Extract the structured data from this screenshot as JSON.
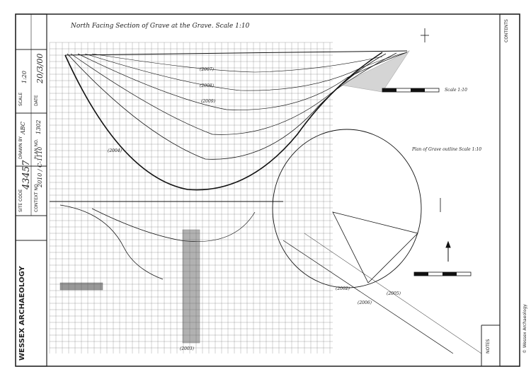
{
  "title_block": {
    "company": "WESSEX ARCHAEOLOGY",
    "site_code_label": "SITE CODE",
    "site_code_value": "43457",
    "context_label": "CONTEXT NO.",
    "context_value": "2010 / C-1110",
    "drawn_by_label": "DRAWN BY",
    "drawn_by_value": "ABC",
    "scale_label": "SCALE",
    "scale_value": "1:20",
    "date_label": "DATE",
    "date_value": "20/3/00",
    "plan_label": "PLAN NO.",
    "plan_value": "1302"
  },
  "sheet": {
    "heading": "North Facing Section of Grave at the Grave. Scale 1:10",
    "notes_label": "NOTES",
    "contents_label": "CONTENTS",
    "inset_scale": "Scale 1:10",
    "plan_note": "Plan of Grave outline Scale 1:10",
    "context_labels": [
      "(2007)",
      "(2008)",
      "(2009)",
      "(2003)",
      "(2004)",
      "(2005)",
      "(2006)",
      "(2002)"
    ],
    "footer_credit": "© Wessex Archaeology"
  },
  "colors": {
    "ink": "#1a1a1a",
    "grid": "#4a4a4a",
    "paper": "#ffffff"
  }
}
